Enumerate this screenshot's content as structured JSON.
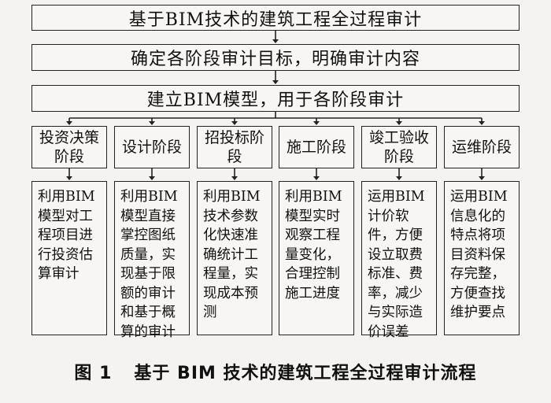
{
  "flow": {
    "step1": "基于BIM技术的建筑工程全过程审计",
    "step2": "确定各阶段审计目标，明确审计内容",
    "step3": "建立BIM模型，用于各阶段审计"
  },
  "stages": [
    {
      "title": "投资决策阶段",
      "detail": "利用BIM模型对工程项目进行投资估算审计"
    },
    {
      "title": "设计阶段",
      "detail": "利用BIM模型直接掌控图纸质量，实现基于限额的审计和基于概算的审计"
    },
    {
      "title": "招投标阶段",
      "detail": "利用BIM技术参数化快速准确统计工程量，实现成本预测"
    },
    {
      "title": "施工阶段",
      "detail": "利用BIM模型实时观察工程量变化，合理控制施工进度"
    },
    {
      "title": "竣工验收阶段",
      "detail": "运用BIM计价软件，方便设立取费标准、费率，减少与实际造价误差"
    },
    {
      "title": "运维阶段",
      "detail": "运用BIM信息化的特点将项目资料保存完整，方便查找维护要点"
    }
  ],
  "caption": {
    "number": "图 1",
    "text": "基于 BIM 技术的建筑工程全过程审计流程"
  }
}
